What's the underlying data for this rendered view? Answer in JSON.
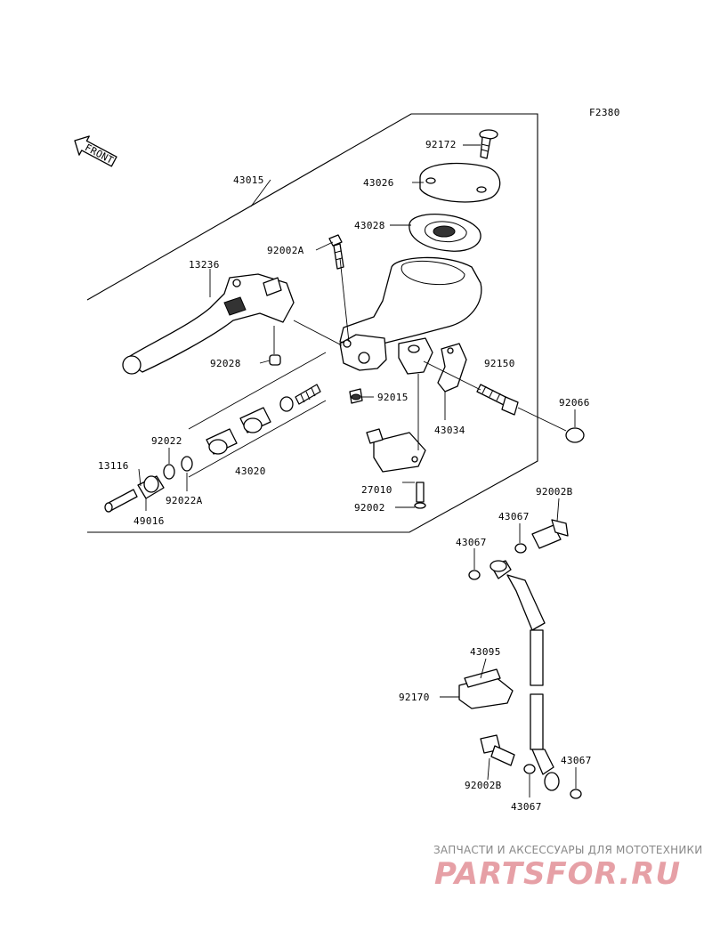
{
  "figure_code": "F2380",
  "front_label": "FRONT",
  "parts": {
    "p43015": "43015",
    "p43026": "43026",
    "p92172": "92172",
    "p43028": "43028",
    "p92002A": "92002A",
    "p13236": "13236",
    "p92028": "92028",
    "p92150": "92150",
    "p92015": "92015",
    "p43034": "43034",
    "p92066": "92066",
    "p92022": "92022",
    "p13116": "13116",
    "p92022A": "92022A",
    "p49016": "49016",
    "p43020": "43020",
    "p27010": "27010",
    "p92002": "92002",
    "p92002B_top": "92002B",
    "p43067_a": "43067",
    "p43067_b": "43067",
    "p43095": "43095",
    "p92170": "92170",
    "p43067_c": "43067",
    "p92002B_bottom": "92002B",
    "p43067_d": "43067"
  },
  "watermark": {
    "caption": "ЗАПЧАСТИ И АКСЕССУАРЫ ДЛЯ МОТОТЕХНИКИ",
    "logo": "PARTSFOR.RU"
  }
}
